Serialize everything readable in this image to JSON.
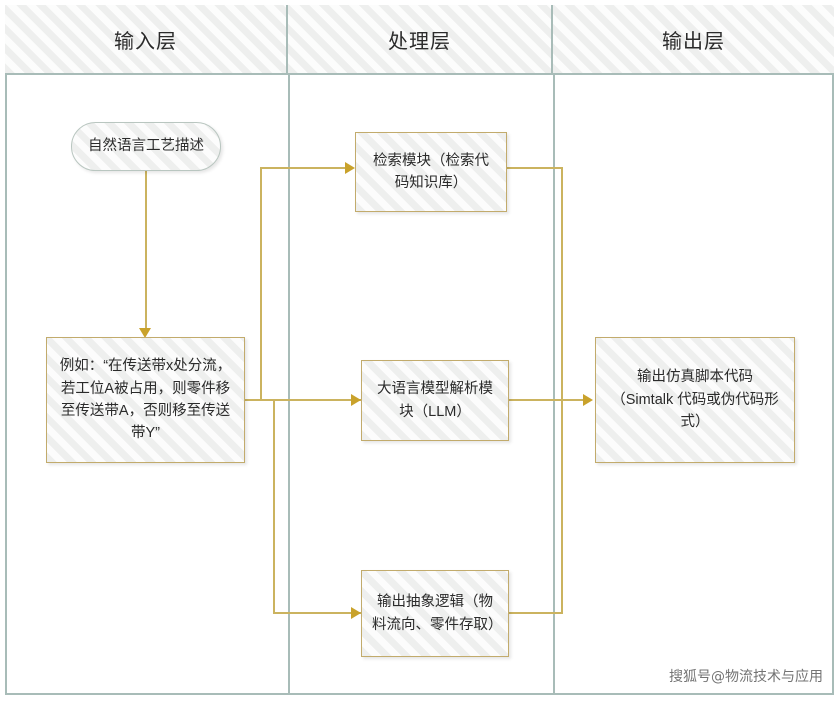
{
  "diagram": {
    "type": "swimlane-flowchart",
    "lanes": [
      {
        "id": "input",
        "title": "输入层"
      },
      {
        "id": "processing",
        "title": "处理层"
      },
      {
        "id": "output",
        "title": "输出层"
      }
    ],
    "nodes": [
      {
        "id": "nl-description",
        "lane": "input",
        "shape": "pill",
        "label": "自然语言工艺描述"
      },
      {
        "id": "example-text",
        "lane": "input",
        "shape": "rectangle",
        "label": "例如：“在传送带x处分流，若工位A被占用，则零件移至传送带A，否则移至传送带Y”"
      },
      {
        "id": "retrieval",
        "lane": "processing",
        "shape": "rectangle",
        "label": "检索模块（检索代码知识库）"
      },
      {
        "id": "llm",
        "lane": "processing",
        "shape": "rectangle",
        "label": "大语言模型解析模块（LLM）"
      },
      {
        "id": "abstract-logic",
        "lane": "processing",
        "shape": "rectangle",
        "label": "输出抽象逻辑（物料流向、零件存取）"
      },
      {
        "id": "sim-script",
        "lane": "output",
        "shape": "rectangle",
        "label": "输出仿真脚本代码（Simtalk 代码或伪代码形式）"
      }
    ],
    "edges": [
      {
        "from": "nl-description",
        "to": "example-text",
        "style": "vertical-arrow-down"
      },
      {
        "from": "example-text",
        "to": "retrieval",
        "style": "orthogonal-arrow-right"
      },
      {
        "from": "example-text",
        "to": "llm",
        "style": "straight-arrow-right"
      },
      {
        "from": "example-text",
        "to": "abstract-logic",
        "style": "orthogonal-arrow-right"
      },
      {
        "from": "retrieval",
        "to": "sim-script",
        "style": "orthogonal-arrow-right"
      },
      {
        "from": "llm",
        "to": "sim-script",
        "style": "straight-arrow-right"
      },
      {
        "from": "abstract-logic",
        "to": "sim-script",
        "style": "orthogonal-arrow-right"
      }
    ]
  },
  "colors": {
    "lane_border": "#a8bcb8",
    "node_fill": "#eeefee",
    "node_border_gold": "#c2ab6c",
    "node_border_green": "#b9c6c0",
    "connector": "#cbb35f",
    "arrowhead": "#c9a22b"
  },
  "watermark": {
    "text": "搜狐号@物流技术与应用"
  }
}
